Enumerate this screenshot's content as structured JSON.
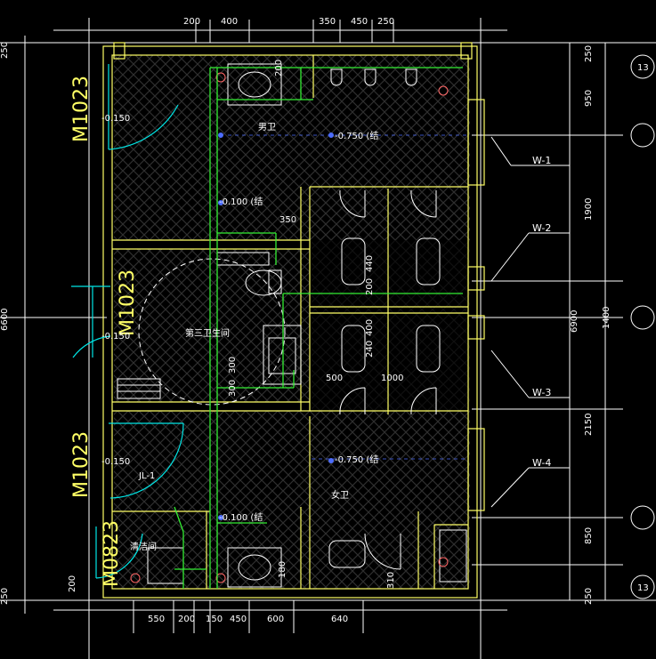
{
  "colors": {
    "background": "#000000",
    "wall": "#ffff66",
    "grid_axis": "#ffffff",
    "pipe": "#33ee33",
    "fixture": "#ffffff",
    "hatch": "#2f2f2f",
    "door_swing": "#00e5e5",
    "blue_node": "#4d6dff"
  },
  "top_dimensions": {
    "a": "200",
    "b": "400",
    "c": "350",
    "d": "450",
    "e": "250"
  },
  "bottom_dimensions": {
    "a": "550",
    "b": "200",
    "c": "150",
    "d": "450",
    "e": "600",
    "f": "640"
  },
  "left_dimensions": {
    "top": "250",
    "middle": "6600",
    "bottom": "250"
  },
  "right_dimensions": {
    "a": "250",
    "b": "950",
    "c": "1900",
    "d": "1400",
    "e": "2150",
    "f": "850",
    "g": "250",
    "total": "6900"
  },
  "axis_labels": {
    "top": "13",
    "bottom": "13"
  },
  "doors": {
    "d1": "M1023",
    "d2": "M1023",
    "d3": "M1023",
    "d4": "M0823"
  },
  "windows": {
    "w1": "W-1",
    "w2": "W-2",
    "w3": "W-3",
    "w4": "W-4"
  },
  "levels": {
    "l1": "-0.150",
    "l2": "-0.150",
    "l3": "-0.150",
    "l4": "-0.750  (结",
    "l5": "-0.100  (结",
    "l6": "-0.750  (结",
    "l7": "-0.100  (结"
  },
  "rooms": {
    "male": "男卫",
    "female": "女卫",
    "third": "第三卫生间",
    "cleaning": "清洁间"
  },
  "pipe_label": "JL-1",
  "inner_dimensions": {
    "i200": "200",
    "i350": "350",
    "i440": "440",
    "i200b": "200",
    "i400": "400",
    "i240": "240",
    "i300a": "300",
    "i300b": "300",
    "i500": "500",
    "i1000": "1000",
    "i200c": "200",
    "i180": "180",
    "i310": "310"
  }
}
